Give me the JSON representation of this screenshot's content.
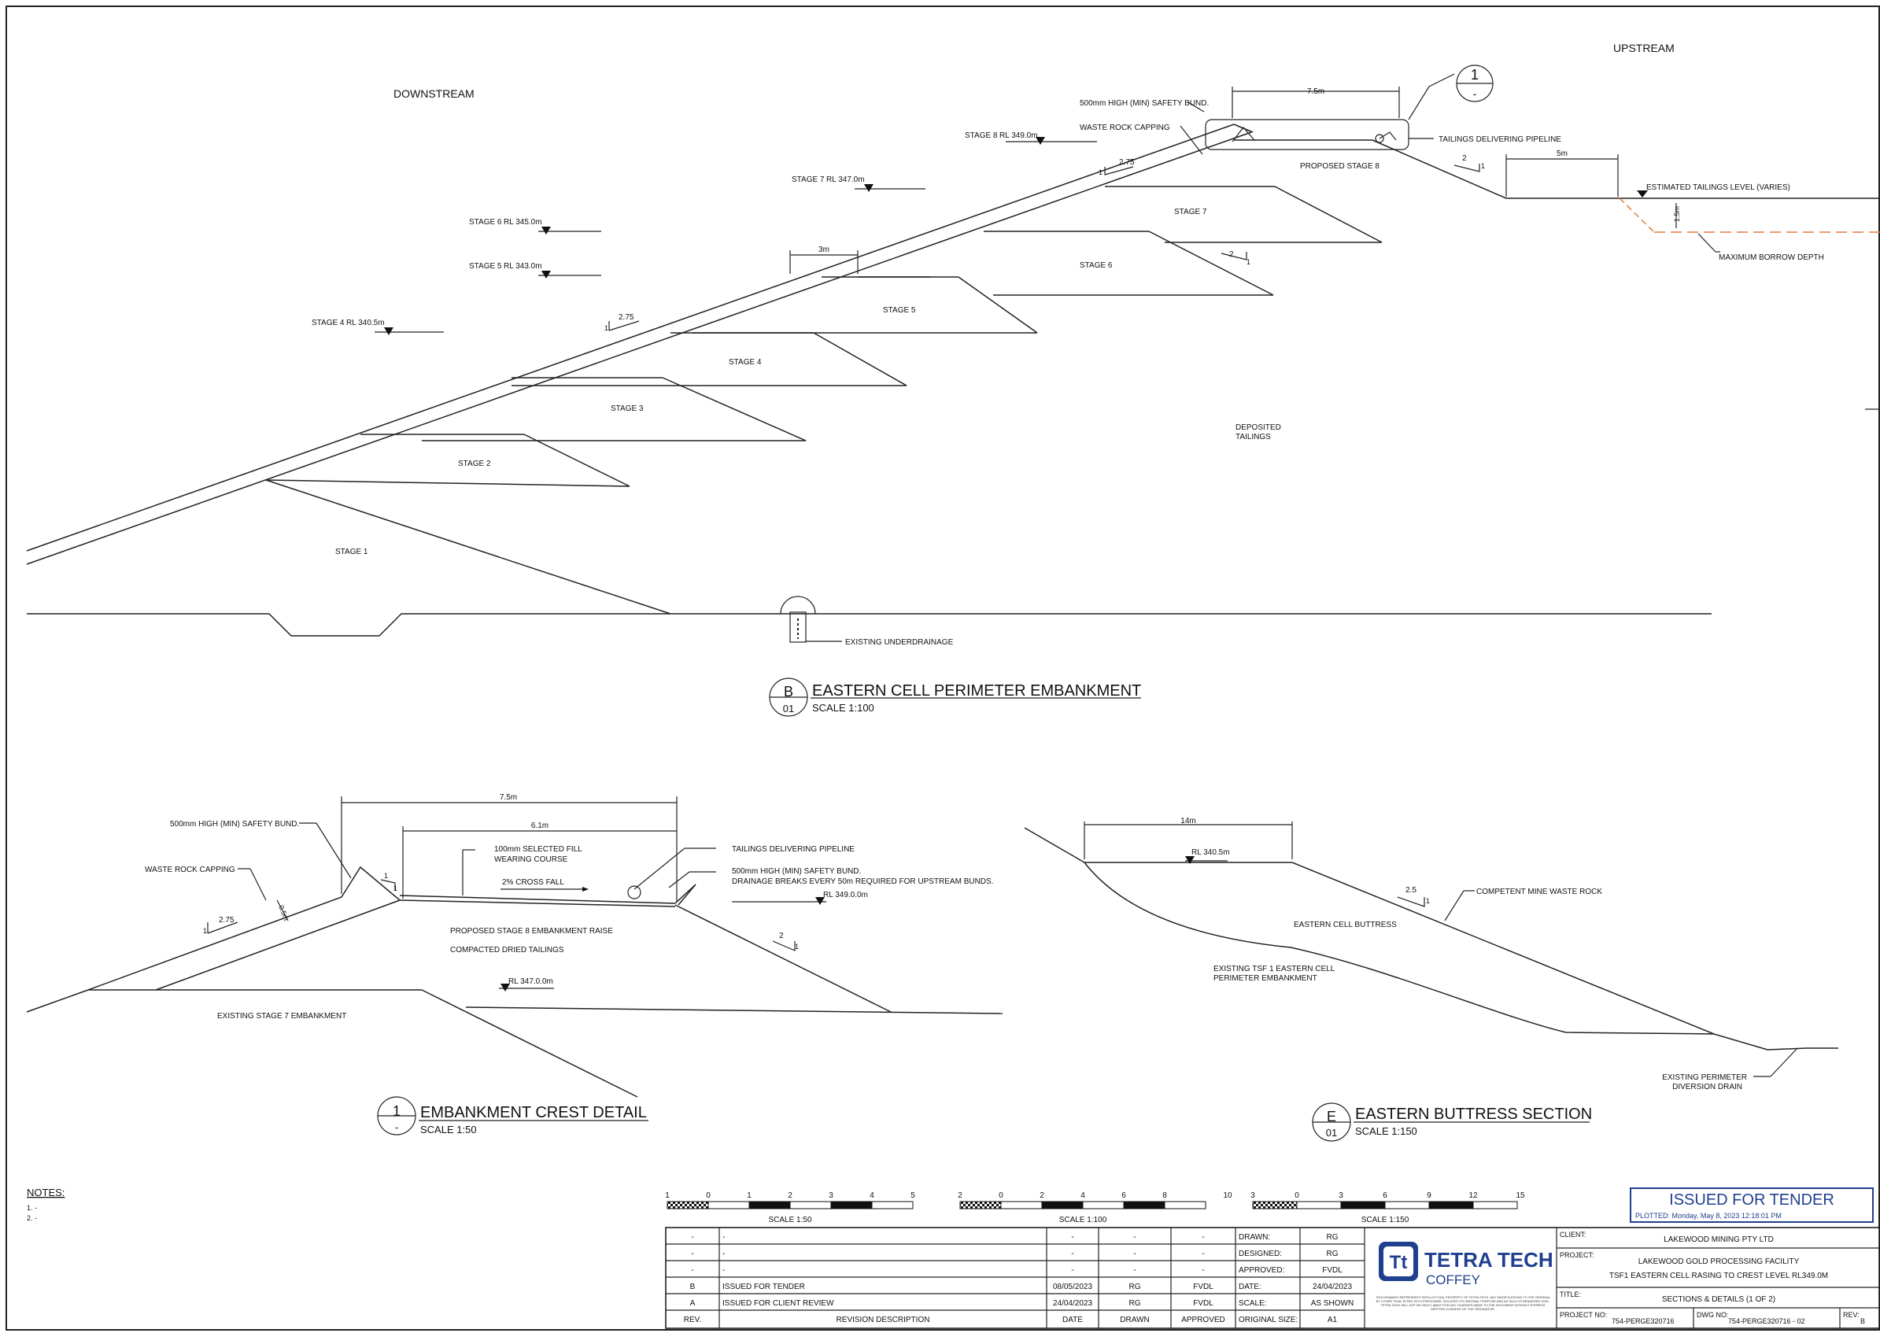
{
  "section_b": {
    "upstream": "UPSTREAM",
    "downstream": "DOWNSTREAM",
    "callout_number": "1",
    "callout_sheet": "-",
    "bund_label": "500mm HIGH (MIN) SAFETY BUND.",
    "capping_label": "WASTE ROCK CAPPING",
    "pipeline_label": "TAILINGS DELIVERING PIPELINE",
    "proposed_stage8": "PROPOSED STAGE 8",
    "crest_width": "7.5m",
    "offset_5m": "5m",
    "berm_3m": "3m",
    "est_tailings": "ESTIMATED TAILINGS LEVEL (VARIES)",
    "max_borrow": "MAXIMUM BORROW DEPTH",
    "depth_15": "1.5m",
    "deposited": "DEPOSITED",
    "tailings": "TAILINGS",
    "underdrain": "EXISTING UNDERDRAINAGE",
    "slope_275": "2.75",
    "slope_2": "2",
    "slope_1": "1",
    "levels": [
      {
        "stage": "STAGE 8",
        "rl": "RL 349.0m"
      },
      {
        "stage": "STAGE 7",
        "rl": "RL 347.0m"
      },
      {
        "stage": "STAGE 6",
        "rl": "RL 345.0m"
      },
      {
        "stage": "STAGE 5",
        "rl": "RL 343.0m"
      },
      {
        "stage": "STAGE 4",
        "rl": "RL 340.5m"
      }
    ],
    "stages": [
      "STAGE 7",
      "STAGE 6",
      "STAGE 5",
      "STAGE 4",
      "STAGE 3",
      "STAGE 2",
      "STAGE 1"
    ],
    "title_letter": "B",
    "title_sheet": "01",
    "title": "EASTERN CELL PERIMETER EMBANKMENT",
    "scale": "SCALE 1:100"
  },
  "detail_1": {
    "bund_label": "500mm HIGH (MIN) SAFETY BUND.",
    "capping_label": "WASTE ROCK CAPPING",
    "width_75": "7.5m",
    "width_61": "6.1m",
    "fill_line1": "100mm SELECTED FILL",
    "fill_line2": "WEARING COURSE",
    "cross_fall": "2% CROSS FALL",
    "pipeline_label": "TAILINGS DELIVERING PIPELINE",
    "bund2_line1": "500mm HIGH (MIN) SAFETY BUND.",
    "bund2_line2": "DRAINAGE BREAKS EVERY 50m REQUIRED FOR UPSTREAM BUNDS.",
    "rl_349": "RL 349.0.0m",
    "rl_347": "RL 347.0.0m",
    "raise_label": "PROPOSED STAGE 8 EMBANKMENT RAISE",
    "compacted": "COMPACTED DRIED TAILINGS",
    "existing_stage7": "EXISTING STAGE 7 EMBANKMENT",
    "thickness": "0.5m",
    "slope_275": "2.75",
    "slope_2": "2",
    "slope_1": "1",
    "title_number": "1",
    "title_sheet": "-",
    "title": "EMBANKMENT CREST DETAIL",
    "scale": "SCALE 1:50"
  },
  "section_e": {
    "width_14": "14m",
    "rl_3405": "RL 340.5m",
    "slope_25": "2.5",
    "slope_1": "1",
    "competent": "COMPETENT MINE WASTE ROCK",
    "buttress": "EASTERN CELL BUTTRESS",
    "existing_line1": "EXISTING TSF 1 EASTERN CELL",
    "existing_line2": "PERIMETER EMBANKMENT",
    "drain_line1": "EXISTING PERIMETER",
    "drain_line2": "DIVERSION DRAIN",
    "title_letter": "E",
    "title_sheet": "01",
    "title": "EASTERN BUTTRESS SECTION",
    "scale": "SCALE 1:150"
  },
  "notes": {
    "heading": "NOTES:",
    "items": [
      "1.   -",
      "2.   -"
    ]
  },
  "scale_bars": [
    {
      "ticks": [
        "1",
        "0",
        "1",
        "2",
        "3",
        "4",
        "5"
      ],
      "label": "SCALE 1:50"
    },
    {
      "ticks": [
        "2",
        "0",
        "2",
        "4",
        "6",
        "8",
        "10"
      ],
      "label": "SCALE 1:100"
    },
    {
      "ticks": [
        "3",
        "0",
        "3",
        "6",
        "9",
        "12",
        "15"
      ],
      "label": "SCALE 1:150"
    }
  ],
  "status": {
    "title": "ISSUED FOR TENDER",
    "plotted": "PLOTTED: Monday, May 8, 2023 12:18:01 PM"
  },
  "revisions": {
    "rows": [
      {
        "rev": "-",
        "desc": "-",
        "date": "-",
        "drawn": "-",
        "approved": "-"
      },
      {
        "rev": "-",
        "desc": "-",
        "date": "-",
        "drawn": "-",
        "approved": "-"
      },
      {
        "rev": "-",
        "desc": "-",
        "date": "-",
        "drawn": "-",
        "approved": "-"
      },
      {
        "rev": "B",
        "desc": "ISSUED FOR TENDER",
        "date": "08/05/2023",
        "drawn": "RG",
        "approved": "FVDL"
      },
      {
        "rev": "A",
        "desc": "ISSUED FOR CLIENT REVIEW",
        "date": "24/04/2023",
        "drawn": "RG",
        "approved": "FVDL"
      }
    ],
    "header": {
      "rev": "REV.",
      "desc": "REVISION DESCRIPTION",
      "date": "DATE",
      "drawn": "DRAWN",
      "approved": "APPROVED"
    }
  },
  "sign_off": [
    {
      "label": "DRAWN:",
      "value": "RG"
    },
    {
      "label": "DESIGNED:",
      "value": "RG"
    },
    {
      "label": "APPROVED:",
      "value": "FVDL"
    },
    {
      "label": "DATE:",
      "value": "24/04/2023"
    },
    {
      "label": "SCALE:",
      "value": "AS SHOWN"
    },
    {
      "label": "ORIGINAL SIZE:",
      "value": "A1"
    }
  ],
  "company": {
    "name": "TETRA TECH",
    "sub": "COFFEY",
    "mark": "Tt",
    "brand_color": "#1f3f8f",
    "disclaimer": "THIS DRAWING REPRESENTS INTELLECTUAL PROPERTY OF TETRA TECH. ANY MODIFICATIONS TO THE ORIGINAL BY OTHER THAN TETRA TECH PERSONNEL VIOLATES ITS ORIGINAL PURPOSE AND AS SUCH IS RENDERED VOID. TETRA TECH WILL NOT BE HELD LIABLE FOR ANY CHANGES MADE TO THE DOCUMENT WITHOUT EXPRESS WRITTEN CONSENT OF THE ORIGINATOR."
  },
  "project_info": {
    "client_label": "CLIENT:",
    "client": "LAKEWOOD MINING PTY LTD",
    "project_label": "PROJECT:",
    "project_line1": "LAKEWOOD GOLD PROCESSING FACILITY",
    "project_line2": "TSF1 EASTERN CELL RASING TO CREST LEVEL RL349.0M",
    "title_label": "TITLE:",
    "title": "SECTIONS & DETAILS (1 OF 2)",
    "project_no_label": "PROJECT NO:",
    "project_no": "754-PERGE320716",
    "dwg_no_label": "DWG NO:",
    "dwg_no": "754-PERGE320716 - 02",
    "rev_label": "REV:",
    "rev": "B"
  }
}
